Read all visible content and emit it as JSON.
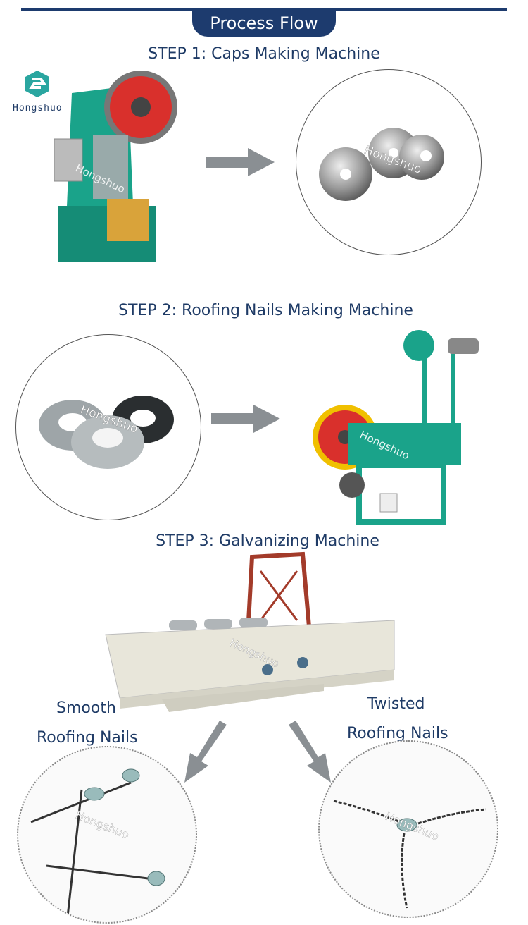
{
  "header": {
    "title": "Process Flow"
  },
  "logo": {
    "text": "Hongshuo",
    "color": "#2aa6a0"
  },
  "steps": [
    {
      "title": "STEP 1: Caps Making Machine"
    },
    {
      "title": "STEP 2: Roofing Nails Making Machine"
    },
    {
      "title": "STEP 3: Galvanizing Machine"
    }
  ],
  "products": {
    "smooth": {
      "line1": "Smooth",
      "line2": "Roofing Nails"
    },
    "twisted": {
      "line1": "Twisted",
      "line2": "Roofing Nails"
    }
  },
  "watermark": "Hongshuo",
  "colors": {
    "navy": "#1d3b6e",
    "machine_green": "#1aa38a",
    "wheel_red": "#d9302c",
    "arrow_gray": "#8a8f93"
  }
}
